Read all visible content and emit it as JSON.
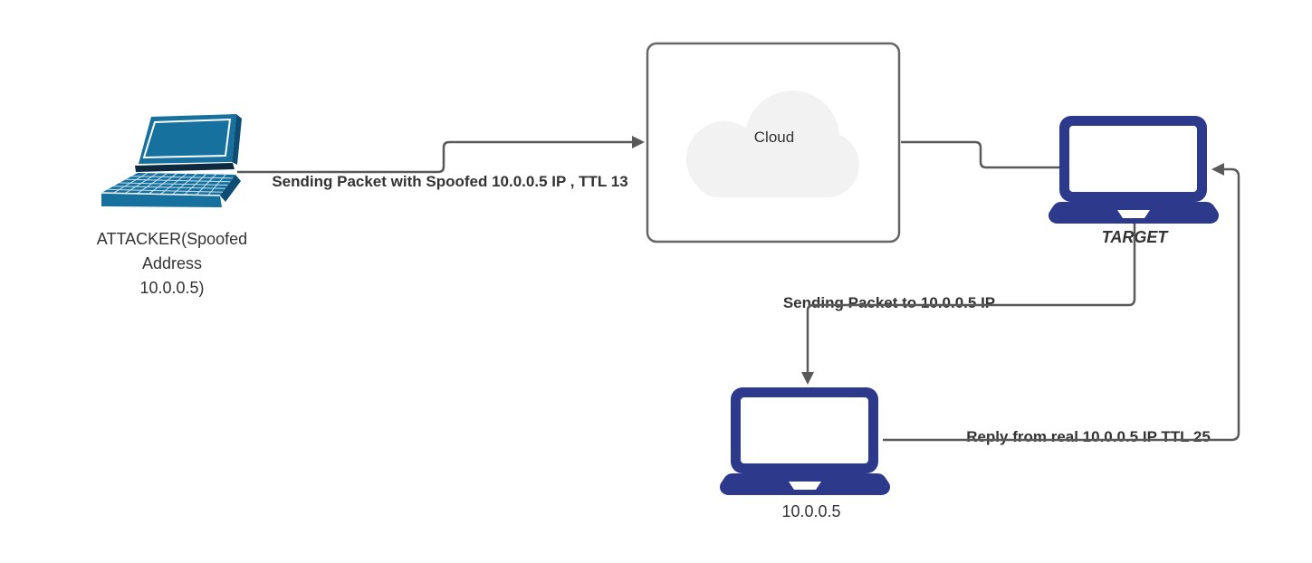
{
  "diagram": {
    "title": "IP spoofing packet flow",
    "colors": {
      "laptop_teal": "#17719f",
      "laptop_navy": "#2d3a8c",
      "line": "#595959",
      "cloud_border": "#666666",
      "cloud_fill": "#f2f2f2",
      "text": "#333333"
    },
    "nodes": {
      "attacker": {
        "label": "ATTACKER(Spoofed Address 10.0.0.5)",
        "label_lines": [
          "ATTACKER(Spoofed",
          "Address",
          "10.0.0.5)"
        ]
      },
      "cloud": {
        "label": "Cloud"
      },
      "target": {
        "label": "TARGET"
      },
      "real_host": {
        "label": "10.0.0.5"
      }
    },
    "edges": [
      {
        "from": "attacker",
        "to": "cloud",
        "label": "Sending Packet with Spoofed 10.0.0.5 IP , TTL 13"
      },
      {
        "from": "cloud",
        "to": "target",
        "label": ""
      },
      {
        "from": "target",
        "to": "real_host",
        "label": "Sending Packet to 10.0.0.5 IP"
      },
      {
        "from": "real_host",
        "to": "target",
        "label": "Reply from real 10.0.0.5 IP TTL 25"
      }
    ]
  }
}
